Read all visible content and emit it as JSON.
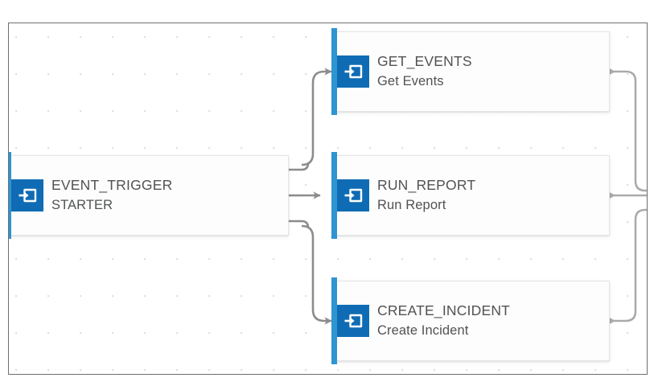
{
  "canvas": {
    "background_color": "#ffffff",
    "border_color": "#6e6f71",
    "grid": "dot-grid"
  },
  "theme": {
    "accent_bar_color": "#2f94d2",
    "icon_square_color": "#0f6cb4",
    "icon_glyph_color": "#ffffff",
    "text_color": "#515254",
    "card_background": "#fdfdfd",
    "card_border": "#e3e4e6",
    "connector_color": "#8b8c8e"
  },
  "nodes": [
    {
      "id": "starter",
      "title": "EVENT_TRIGGER",
      "subtitle": "STARTER",
      "icon": "enter-arrow-icon"
    },
    {
      "id": "get_events",
      "title": "GET_EVENTS",
      "subtitle": "Get Events",
      "icon": "enter-arrow-icon"
    },
    {
      "id": "run_report",
      "title": "RUN_REPORT",
      "subtitle": "Run Report",
      "icon": "enter-arrow-icon"
    },
    {
      "id": "create_incident",
      "title": "CREATE_INCIDENT",
      "subtitle": "Create Incident",
      "icon": "enter-arrow-icon"
    }
  ],
  "connections": [
    {
      "from": "starter",
      "to": "get_events"
    },
    {
      "from": "starter",
      "to": "run_report"
    },
    {
      "from": "starter",
      "to": "create_incident"
    },
    {
      "from": "get_events",
      "to": "offscreen-right"
    },
    {
      "from": "run_report",
      "to": "offscreen-right"
    },
    {
      "from": "create_incident",
      "to": "offscreen-right"
    }
  ]
}
